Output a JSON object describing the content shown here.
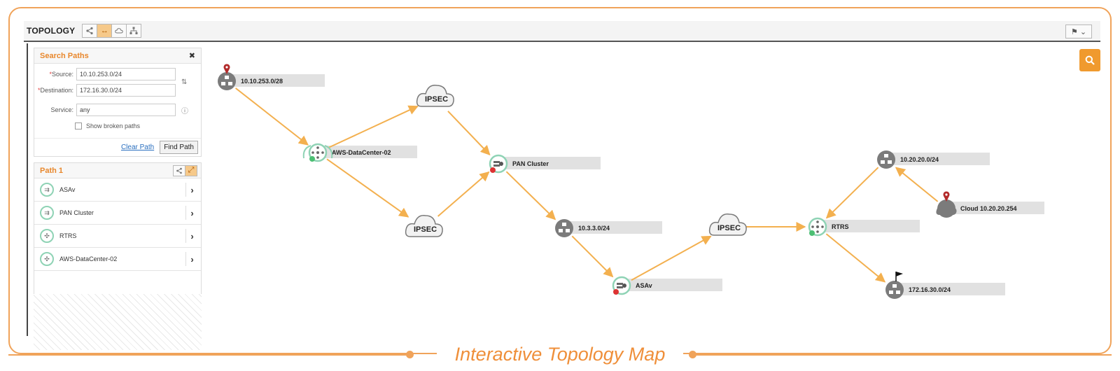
{
  "toolbar": {
    "title": "TOPOLOGY",
    "buttons": [
      "share-icon",
      "arrows-icon",
      "cloud-icon",
      "hierarchy-icon"
    ],
    "right_button": "flag-icon"
  },
  "search_paths": {
    "title": "Search Paths",
    "close": "✖",
    "source_label": "Source:",
    "source_value": "10.10.253.0/24",
    "destination_label": "Destination:",
    "destination_value": "172.16.30.0/24",
    "service_label": "Service:",
    "service_value": "any",
    "show_broken_label": "Show broken paths",
    "clear_label": "Clear Path",
    "find_label": "Find Path"
  },
  "path": {
    "title": "Path 1",
    "items": [
      {
        "label": "ASAv",
        "icon": "firewall-icon"
      },
      {
        "label": "PAN Cluster",
        "icon": "firewall-icon"
      },
      {
        "label": "RTRS",
        "icon": "router-icon"
      },
      {
        "label": "AWS-DataCenter-02",
        "icon": "cloud-router-icon"
      }
    ]
  },
  "topology": {
    "nodes": [
      {
        "id": "n1",
        "label": "10.10.253.0/28",
        "kind": "subnet",
        "marker": "pin"
      },
      {
        "id": "n2",
        "label": "AWS-DataCenter-02",
        "kind": "cloud-router"
      },
      {
        "id": "n3",
        "label": "IPSEC",
        "kind": "ipsec"
      },
      {
        "id": "n4",
        "label": "IPSEC",
        "kind": "ipsec"
      },
      {
        "id": "n5",
        "label": "PAN Cluster",
        "kind": "firewall"
      },
      {
        "id": "n6",
        "label": "10.3.3.0/24",
        "kind": "subnet"
      },
      {
        "id": "n7",
        "label": "ASAv",
        "kind": "firewall"
      },
      {
        "id": "n8",
        "label": "IPSEC",
        "kind": "ipsec"
      },
      {
        "id": "n9",
        "label": "RTRS",
        "kind": "router"
      },
      {
        "id": "n10",
        "label": "10.20.20.0/24",
        "kind": "subnet"
      },
      {
        "id": "n11",
        "label": "Cloud 10.20.20.254",
        "kind": "cloud",
        "marker": "pin"
      },
      {
        "id": "n12",
        "label": "172.16.30.0/24",
        "kind": "subnet",
        "marker": "flag"
      }
    ],
    "edges": [
      [
        "n1",
        "n2"
      ],
      [
        "n2",
        "n3"
      ],
      [
        "n2",
        "n4"
      ],
      [
        "n3",
        "n5"
      ],
      [
        "n4",
        "n5"
      ],
      [
        "n5",
        "n6"
      ],
      [
        "n6",
        "n7"
      ],
      [
        "n7",
        "n8"
      ],
      [
        "n8",
        "n9"
      ],
      [
        "n11",
        "n10"
      ],
      [
        "n10",
        "n9"
      ],
      [
        "n9",
        "n12"
      ]
    ],
    "edge_color": "#f3b04f"
  },
  "caption": "Interactive Topology Map",
  "colors": {
    "accent": "#f0a35a",
    "fab": "#f09a2e",
    "edge": "#f3b04f",
    "node": "#777777"
  }
}
